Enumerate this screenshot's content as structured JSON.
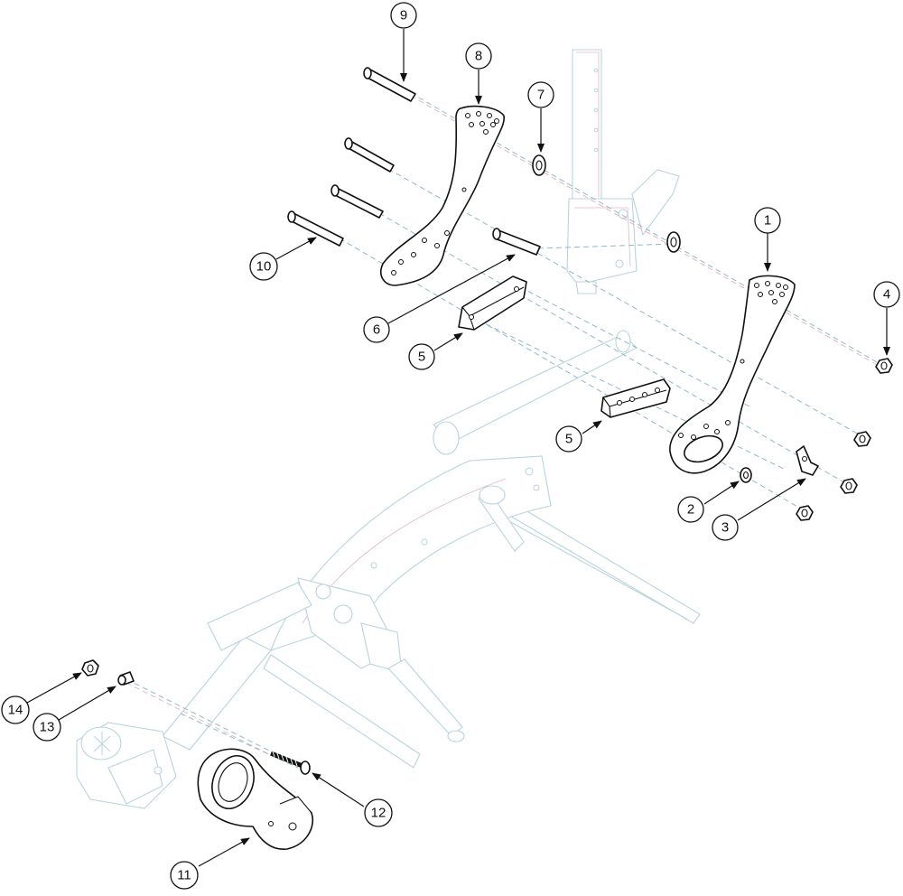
{
  "diagram": {
    "callouts": [
      {
        "id": "1",
        "label": "1"
      },
      {
        "id": "2",
        "label": "2"
      },
      {
        "id": "3",
        "label": "3"
      },
      {
        "id": "4",
        "label": "4"
      },
      {
        "id": "5a",
        "label": "5"
      },
      {
        "id": "5b",
        "label": "5"
      },
      {
        "id": "6",
        "label": "6"
      },
      {
        "id": "7",
        "label": "7"
      },
      {
        "id": "8",
        "label": "8"
      },
      {
        "id": "9",
        "label": "9"
      },
      {
        "id": "10",
        "label": "10"
      },
      {
        "id": "11",
        "label": "11"
      },
      {
        "id": "12",
        "label": "12"
      },
      {
        "id": "13",
        "label": "13"
      },
      {
        "id": "14",
        "label": "14"
      }
    ]
  }
}
